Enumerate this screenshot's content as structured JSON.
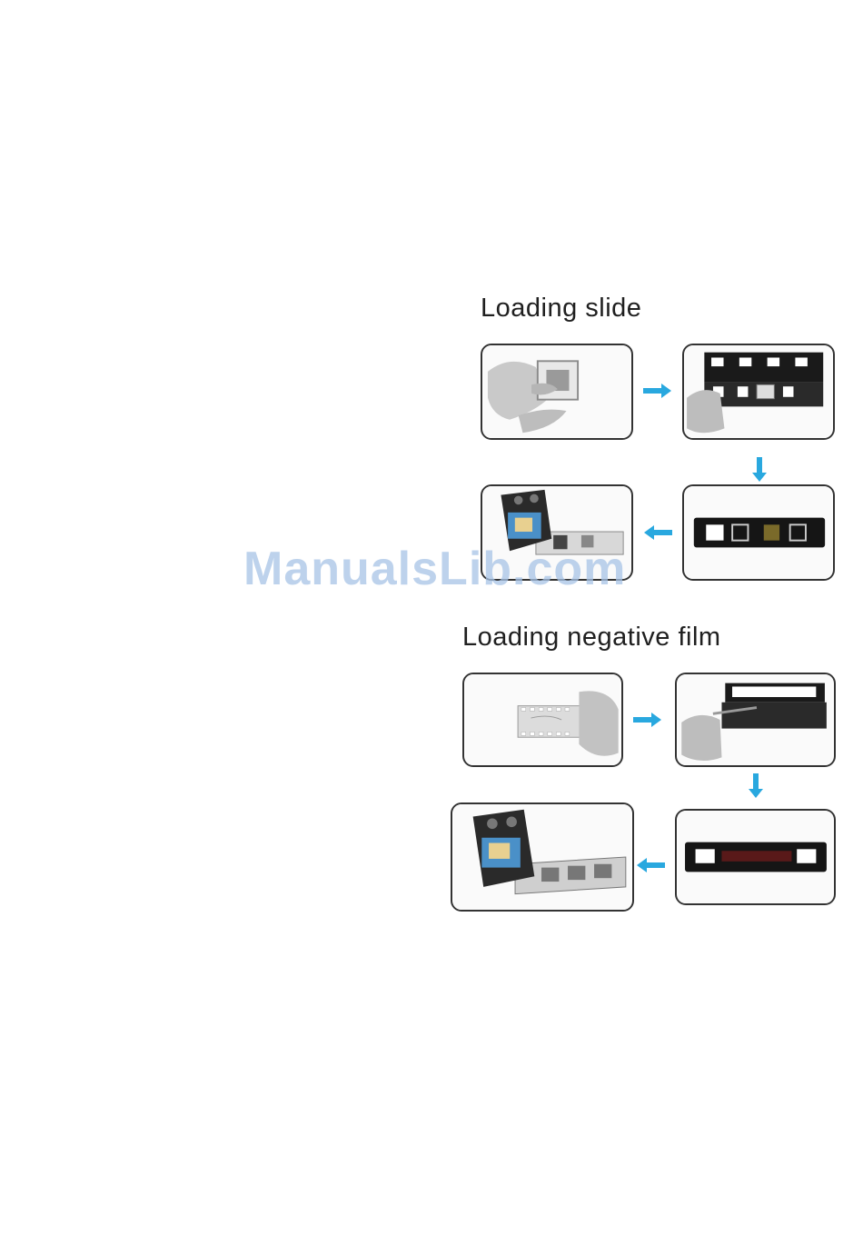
{
  "sections": {
    "slide": {
      "heading": "Loading slide"
    },
    "negative": {
      "heading": "Loading negative film"
    }
  },
  "watermark": {
    "text": "ManualsLib.com"
  },
  "colors": {
    "arrow": "#29a8df",
    "watermark": "#a8c4e6",
    "frame": "#333333"
  },
  "icons": {
    "flow_arrow": "arrow-icon"
  }
}
